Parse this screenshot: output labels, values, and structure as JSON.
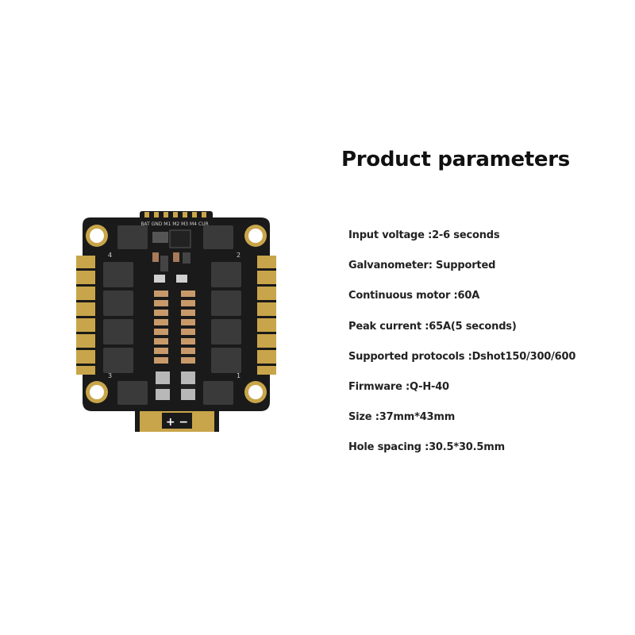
{
  "heading": {
    "title": "Product parameters"
  },
  "parameters": [
    "Input voltage :2-6 seconds",
    "Galvanometer: Supported",
    "Continuous motor :60A",
    "Peak current :65A(5 seconds)",
    "Supported protocols :Dshot150/300/600",
    "Firmware :Q-H-40",
    "Size :37mm*43mm",
    "Hole spacing :30.5*30.5mm"
  ],
  "board": {
    "connector_labels": [
      "BAT",
      "GND",
      "M1",
      "M2",
      "M3",
      "M4",
      "CUR"
    ],
    "motor_numbers": [
      "4",
      "2",
      "3",
      "1"
    ],
    "polarity": "+ −",
    "colors": {
      "pcb": "#1a1a1a",
      "gold": "#c8a54a",
      "mosfet": "#3a3a3a"
    }
  }
}
